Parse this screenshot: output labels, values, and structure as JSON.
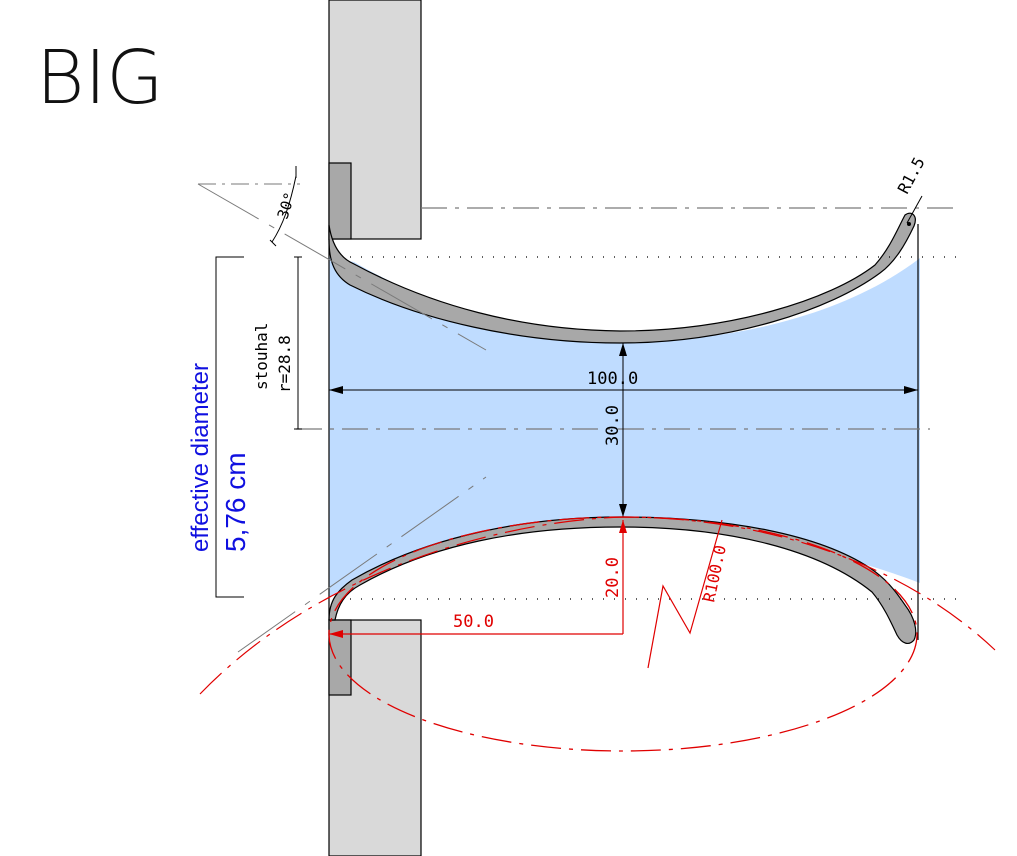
{
  "title": "BIG",
  "colors": {
    "fill_blue": "#bfdcff",
    "flange_gray": "#d9d9d9",
    "lip_gray": "#a8a8a8",
    "dim_red": "#e00000",
    "text_blue": "#1010e0",
    "center_gray": "#7a7a7a"
  },
  "dimensions": {
    "angle": "30°",
    "edge_radius": "R1.5",
    "width": "100.0",
    "neck_gap": "30.0",
    "lip_height": "20.0",
    "arc_radius": "R100.0",
    "half_width": "50.0"
  },
  "stouhal": {
    "line1": "stouhal",
    "line2": "r=28.8"
  },
  "effective": {
    "label": "effective diameter",
    "value": "5,76 cm"
  }
}
